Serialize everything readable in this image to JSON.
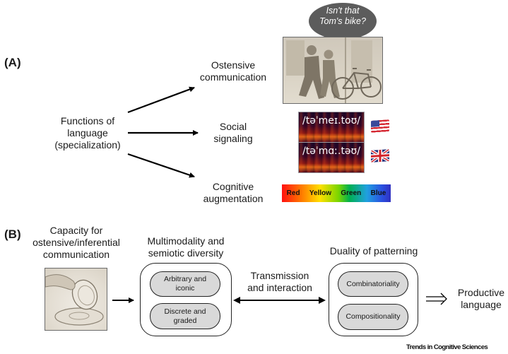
{
  "panel_a": {
    "label": "(A)",
    "source": "Functions of\nlanguage\n(specialization)",
    "targets": [
      {
        "label": "Ostensive\ncommunication"
      },
      {
        "label": "Social\nsignaling"
      },
      {
        "label": "Cognitive\naugmentation"
      }
    ],
    "speech_bubble": "Isn't that\nTom's bike?",
    "spectrograms": [
      {
        "ipa": "/təˈmeɪ.toʊ/",
        "flag": "us-flag"
      },
      {
        "ipa": "/təˈmɑː.təʊ/",
        "flag": "uk-flag"
      }
    ],
    "color_words": [
      "Red",
      "Yellow",
      "Green",
      "Blue"
    ]
  },
  "panel_b": {
    "label": "(B)",
    "capacity_title": "Capacity for\nostensive/inferential\ncommunication",
    "multimodality": {
      "title": "Multimodality and\nsemiotic diversity",
      "items": [
        "Arbitrary and\niconic",
        "Discrete and\ngraded"
      ]
    },
    "transmission_label": "Transmission\nand interaction",
    "duality": {
      "title": "Duality of patterning",
      "items": [
        "Combinatoriality",
        "Compositionality"
      ]
    },
    "result": "Productive\nlanguage"
  },
  "credit": "Trends in Cognitive Sciences"
}
